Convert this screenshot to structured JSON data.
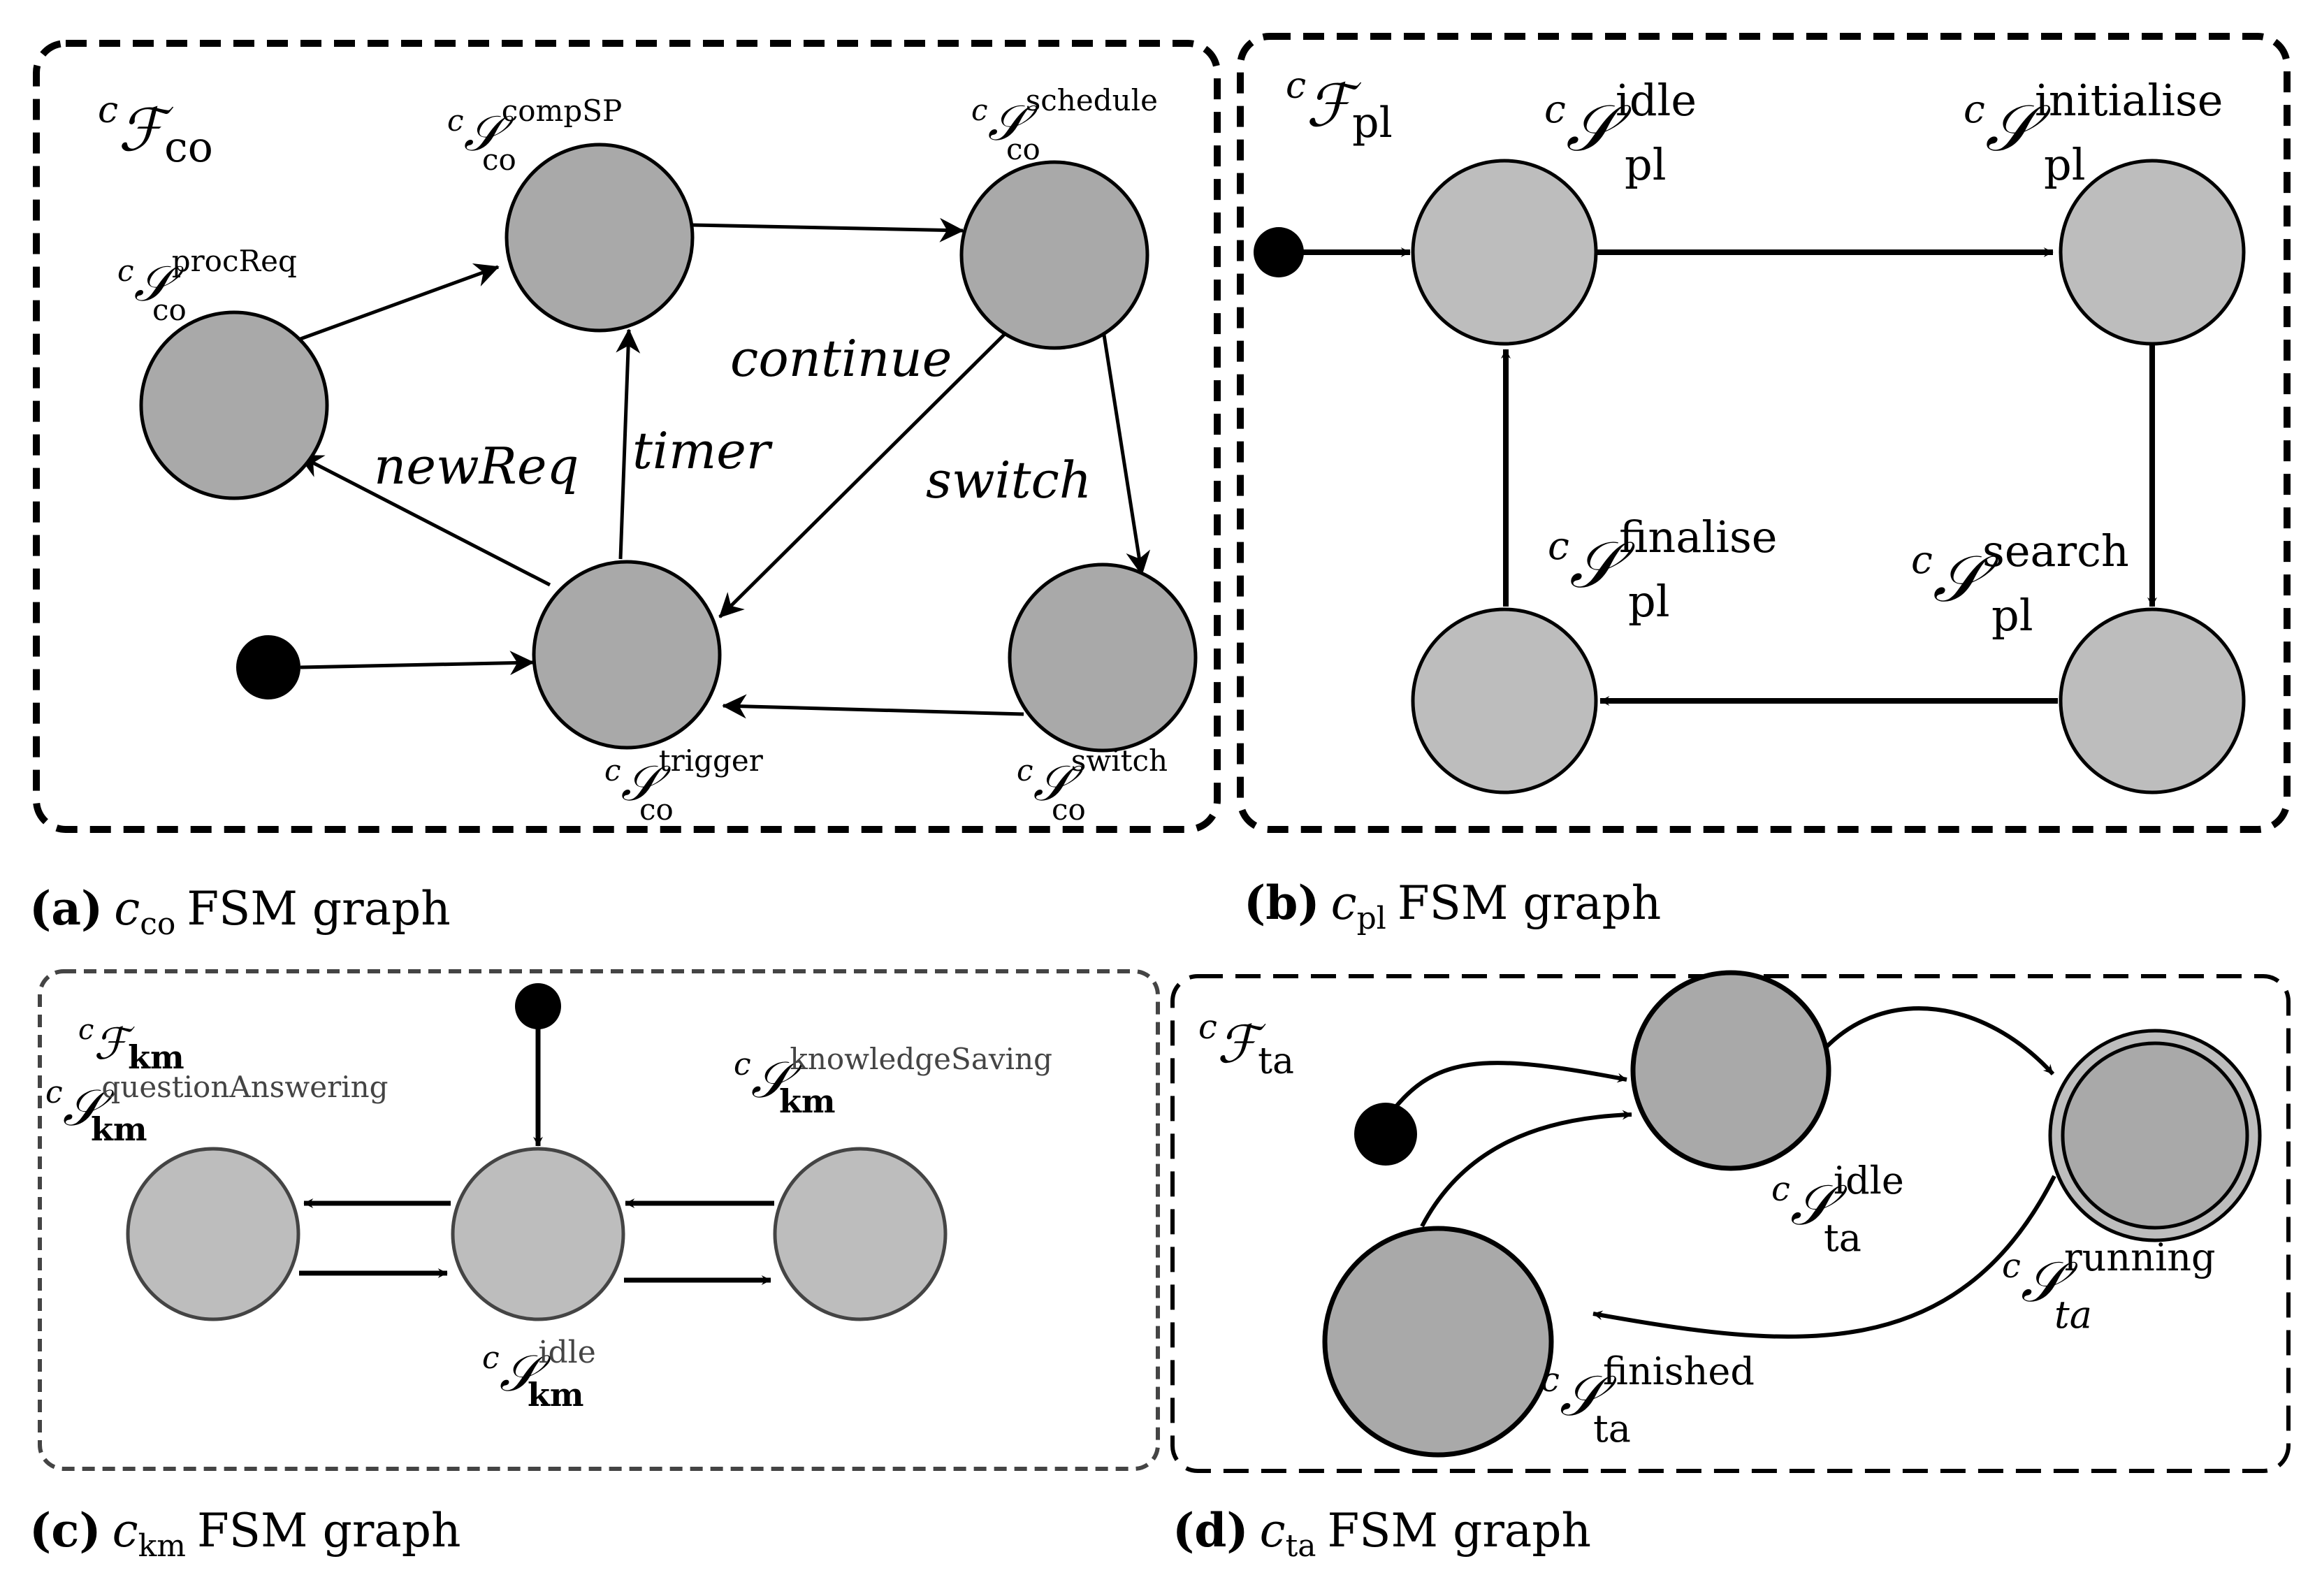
{
  "panels": {
    "a": {
      "fsm": {
        "pre": "c",
        "sym": "ℱ",
        "sub": "co"
      },
      "states": {
        "procReq": {
          "pre": "c",
          "sym": "𝒮",
          "sup": "procReq",
          "sub": "co"
        },
        "compSP": {
          "pre": "c",
          "sym": "𝒮",
          "sup": "compSP",
          "sub": "co"
        },
        "schedule": {
          "pre": "c",
          "sym": "𝒮",
          "sup": "schedule",
          "sub": "co"
        },
        "trigger": {
          "pre": "c",
          "sym": "𝒮",
          "sup": "trigger",
          "sub": "co"
        },
        "switch": {
          "pre": "c",
          "sym": "𝒮",
          "sup": "switch",
          "sub": "co"
        }
      },
      "edge_labels": {
        "newReq": "newReq",
        "timer": "timer",
        "continue": "continue",
        "switch": "switch"
      },
      "caption": {
        "tag": "(a)",
        "c": "c",
        "sub": "co",
        "text": "FSM graph"
      }
    },
    "b": {
      "fsm": {
        "pre": "c",
        "sym": "ℱ",
        "sub": "pl"
      },
      "states": {
        "idle": {
          "pre": "c",
          "sym": "𝒮",
          "sup": "idle",
          "sub": "pl"
        },
        "initialise": {
          "pre": "c",
          "sym": "𝒮",
          "sup": "initialise",
          "sub": "pl"
        },
        "finalise": {
          "pre": "c",
          "sym": "𝒮",
          "sup": "finalise",
          "sub": "pl"
        },
        "search": {
          "pre": "c",
          "sym": "𝒮",
          "sup": "search",
          "sub": "pl"
        }
      },
      "caption": {
        "tag": "(b)",
        "c": "c",
        "sub": "pl",
        "text": "FSM graph"
      }
    },
    "c": {
      "fsm": {
        "pre": "c",
        "sym": "ℱ",
        "sub": "km"
      },
      "states": {
        "questionAnswering": {
          "pre": "c",
          "sym": "𝒮",
          "sup": "questionAnswering",
          "sub": "km"
        },
        "knowledgeSaving": {
          "pre": "c",
          "sym": "𝒮",
          "sup": "knowledgeSaving",
          "sub": "km"
        },
        "idle": {
          "pre": "c",
          "sym": "𝒮",
          "sup": "idle",
          "sub": "km"
        }
      },
      "caption": {
        "tag": "(c)",
        "c": "c",
        "sub": "km",
        "text": "FSM graph"
      }
    },
    "d": {
      "fsm": {
        "pre": "c",
        "sym": "ℱ",
        "sub": "ta"
      },
      "states": {
        "idle": {
          "pre": "c",
          "sym": "𝒮",
          "sup": "idle",
          "sub": "ta"
        },
        "running": {
          "pre": "c",
          "sym": "𝒮",
          "sup": "running",
          "sub": "ta"
        },
        "finished": {
          "pre": "c",
          "sym": "𝒮",
          "sup": "finished",
          "sub": "ta"
        }
      },
      "caption": {
        "tag": "(d)",
        "c": "c",
        "sub": "ta",
        "text": "FSM graph"
      }
    }
  },
  "colors": {
    "state_fill_dark": "#a9a9a9",
    "state_fill_light": "#bdbdbd",
    "stroke": "#000000",
    "panel_c_stroke": "#444444"
  }
}
